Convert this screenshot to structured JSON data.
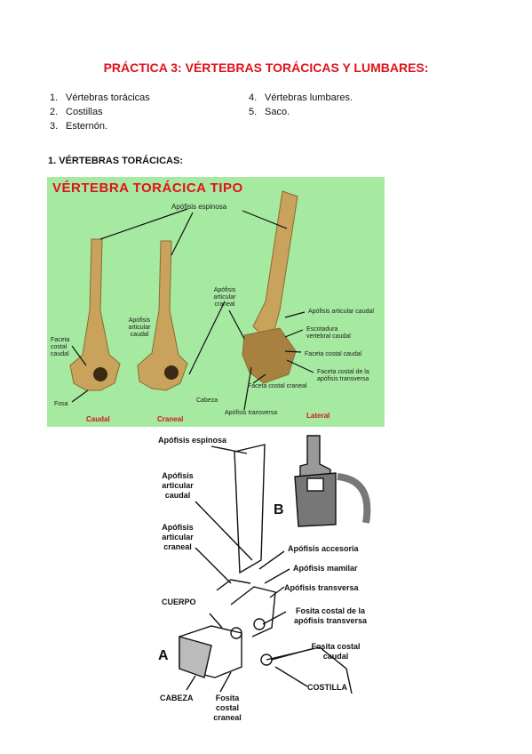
{
  "title": "PRÁCTICA 3: VÉRTEBRAS TORÁCICAS Y LUMBARES:",
  "list_left": [
    {
      "num": "1.",
      "text": "Vértebras torácicas"
    },
    {
      "num": "2.",
      "text": "Costillas"
    },
    {
      "num": "3.",
      "text": "Esternón."
    }
  ],
  "list_right": [
    {
      "num": "4.",
      "text": "Vértebras lumbares."
    },
    {
      "num": "5.",
      "text": "Saco."
    }
  ],
  "section_heading": "1.   VÉRTEBRAS TORÁCICAS:",
  "photo": {
    "title": "VÉRTEBRA TORÁCICA TIPO",
    "labels": {
      "apofisis_espinosa": "Apófisis espinosa",
      "apofisis_articular_caudal_left": "Apófisis articular caudal",
      "faceta_costal_caudal": "Faceta costal caudal",
      "fosa": "Fosa",
      "apofisis_articular_craneal": "Apófisis articular craneal",
      "cabeza": "Cabeza",
      "apofisis_articular_caudal_right": "Apófisis articular caudal",
      "escotadura": "Escotadura vertebral caudal",
      "faceta_costal_caudal_right": "Faceta costal caudal",
      "faceta_costal_transversa": "Faceta costal de la apófisis transversa",
      "faceta_costal_craneal": "Faceta costal craneal",
      "apofisis_transversa": "Apófisis transversa"
    },
    "views": {
      "caudal": "Caudal",
      "craneal": "Craneal",
      "lateral": "Lateral"
    },
    "colors": {
      "background": "#a6e9a0",
      "title": "#e0121b",
      "bone": "#c9a35c"
    }
  },
  "drawing": {
    "labels": {
      "apofisis_espinosa": "Apófisis espinosa",
      "apofisis_articular_caudal": "Apófisis articular caudal",
      "apofisis_articular_craneal": "Apófisis articular craneal",
      "cuerpo": "CUERPO",
      "a": "A",
      "b": "B",
      "cabeza": "CABEZA",
      "fosita_costal_craneal": "Fosita costal craneal",
      "apofisis_accesoria": "Apófisis accesoria",
      "apofisis_mamilar": "Apófisis mamilar",
      "apofisis_transversa": "Apófisis transversa",
      "fosita_costal_transversa": "Fosita costal de la apófisis transversa",
      "fosita_costal_caudal": "Fosita costal caudal",
      "costilla": "COSTILLA"
    }
  }
}
